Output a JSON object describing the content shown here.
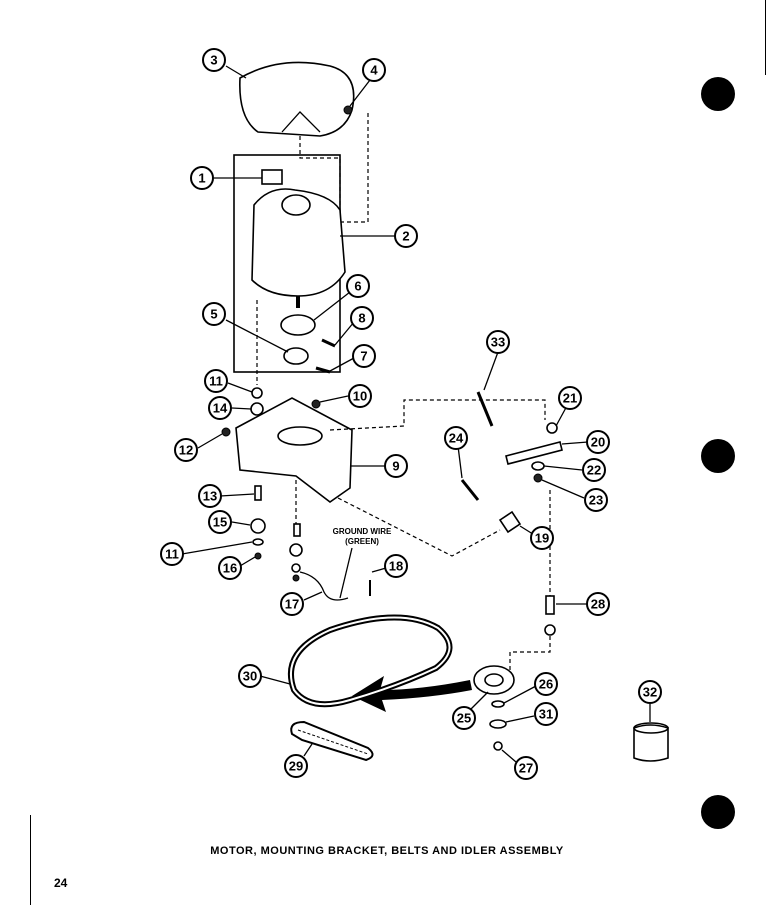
{
  "caption": "MOTOR, MOUNTING BRACKET, BELTS AND IDLER ASSEMBLY",
  "page_number": "24",
  "ground_wire_label": [
    "GROUND WIRE",
    "(GREEN)"
  ],
  "callouts": [
    "1",
    "2",
    "3",
    "4",
    "5",
    "6",
    "7",
    "8",
    "9",
    "10",
    "11",
    "11",
    "12",
    "13",
    "14",
    "15",
    "16",
    "17",
    "18",
    "19",
    "20",
    "21",
    "22",
    "23",
    "24",
    "25",
    "26",
    "27",
    "28",
    "29",
    "30",
    "31",
    "32",
    "33"
  ]
}
